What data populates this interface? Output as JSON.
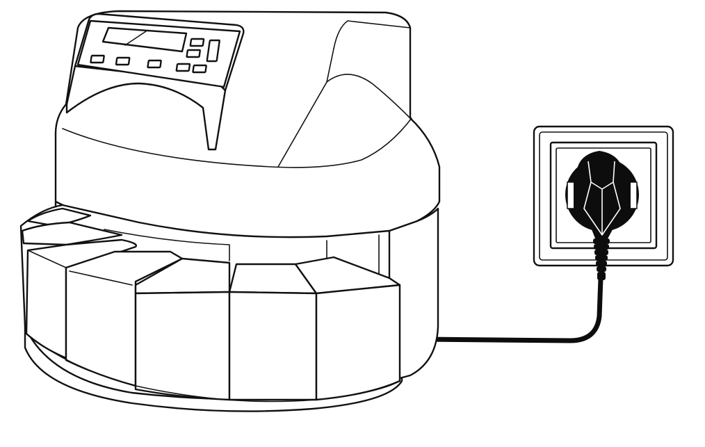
{
  "illustration": {
    "subject": "coin-sorter-machine",
    "accessory": "wall-power-socket",
    "connection": "power-cord"
  },
  "palette": {
    "line": "#111111",
    "fill": "#ffffff",
    "plug": "#0d0d0d"
  }
}
